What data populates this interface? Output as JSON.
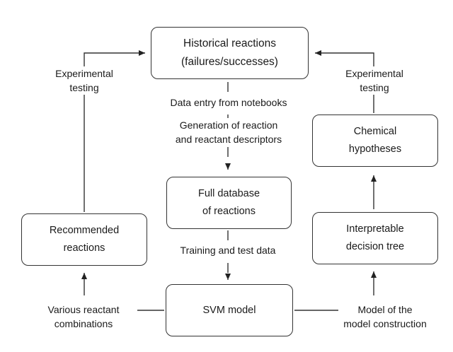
{
  "nodes": {
    "historical": {
      "line1": "Historical reactions",
      "line2": "(failures/successes)"
    },
    "full_db": {
      "line1": "Full database",
      "line2": "of reactions"
    },
    "svm": {
      "line1": "SVM model"
    },
    "recommended": {
      "line1": "Recommended",
      "line2": "reactions"
    },
    "interpretable": {
      "line1": "Interpretable",
      "line2": "decision tree"
    },
    "hypotheses": {
      "line1": "Chemical",
      "line2": "hypotheses"
    }
  },
  "edge_labels": {
    "data_entry": "Data entry from notebooks",
    "generation": {
      "line1": "Generation of reaction",
      "line2": "and reactant descriptors"
    },
    "training": "Training and test data",
    "exp_left": {
      "line1": "Experimental",
      "line2": "testing"
    },
    "exp_right": {
      "line1": "Experimental",
      "line2": "testing"
    },
    "various": {
      "line1": "Various reactant",
      "line2": "combinations"
    },
    "model_of": {
      "line1": "Model of the",
      "line2": "model construction"
    }
  },
  "colors": {
    "stroke": "#333333",
    "text": "#1a1a1a"
  }
}
